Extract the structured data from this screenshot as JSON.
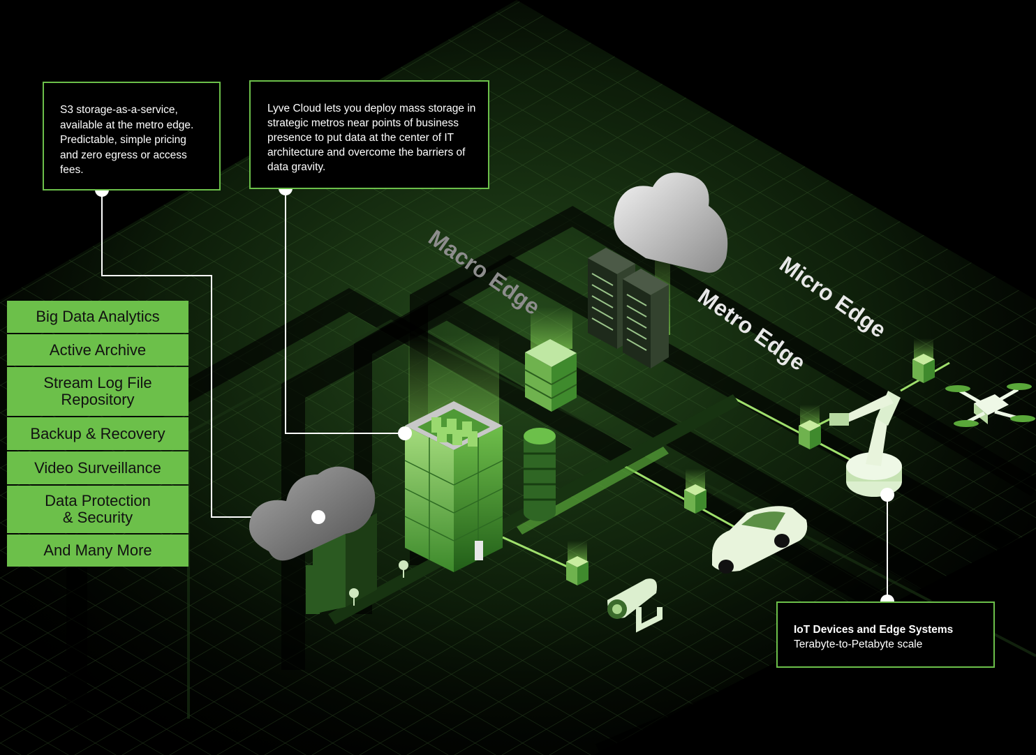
{
  "callouts": {
    "storage_service": "S3 storage-as-a-service, available at the metro edge. Predictable, simple pricing and zero egress or access fees.",
    "lyve_cloud": "Lyve Cloud lets you deploy mass storage in strategic metros near points of business presence to put data at the center of IT architecture and overcome the barriers of data gravity.",
    "iot_title": "IoT Devices and Edge Systems",
    "iot_scale": "Terabyte-to-Petabyte scale"
  },
  "use_cases": [
    "Big Data Analytics",
    "Active Archive",
    "Stream Log File\nRepository",
    "Backup & Recovery",
    "Video Surveillance",
    "Data Protection\n& Security",
    "And Many More"
  ],
  "zones": {
    "macro": "Macro Edge",
    "metro": "Metro Edge",
    "micro": "Micro Edge"
  },
  "icons": {
    "clouds": "cloud-icon",
    "servers": "server-rack-icon",
    "building": "data-center-building-icon",
    "storage": "storage-node-icon",
    "car": "car-icon",
    "camera": "security-camera-icon",
    "drone": "drone-icon",
    "robot_arm": "robot-arm-icon"
  },
  "colors": {
    "accent": "#6cc04a",
    "background": "#000000"
  }
}
